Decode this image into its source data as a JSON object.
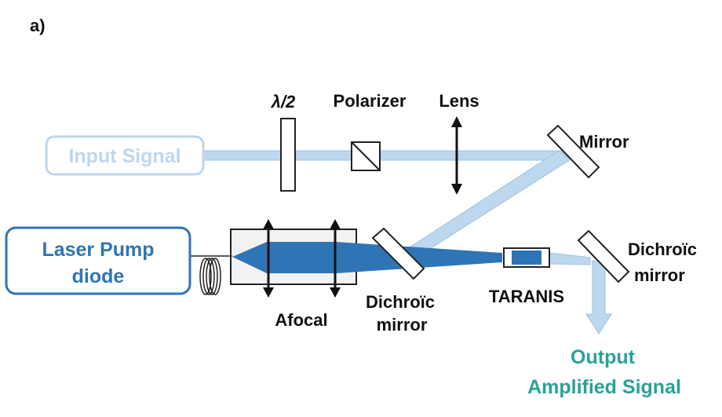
{
  "panel_label": "a)",
  "labels": {
    "half_wave_plate": "λ/2",
    "polarizer": "Polarizer",
    "lens": "Lens",
    "mirror": "Mirror",
    "afocal": "Afocal",
    "dichroic_mirror_1_line1": "Dichroïc",
    "dichroic_mirror_1_line2": "mirror",
    "taranis": "TARANIS",
    "dichroic_mirror_2_line1": "Dichroïc",
    "dichroic_mirror_2_line2": "mirror"
  },
  "boxes": {
    "input_signal": "Input Signal",
    "laser_pump_line1": "Laser Pump",
    "laser_pump_line2": "diode"
  },
  "output": {
    "line1": "Output",
    "line2": "Amplified Signal"
  },
  "colors": {
    "signal_beam": "#bdd7ee",
    "signal_box": "#9dc3e6",
    "pump_beam": "#2e75b6",
    "pump_box": "#2e75b6",
    "output_text": "#2aa198",
    "afocal_fill": "#f2f2f2"
  }
}
